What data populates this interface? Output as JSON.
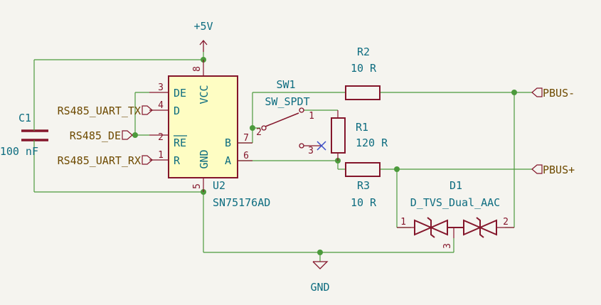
{
  "colors": {
    "background": "#f5f4ef",
    "wire": "#4c9a3c",
    "symbol": "#84162b",
    "symbol_fill": "#fefdc3",
    "reference_text": "#0e6d80",
    "label_text": "#6e4a00",
    "no_connect": "#3a4fc8"
  },
  "power": {
    "vcc": "+5V",
    "gnd": "GND"
  },
  "u2": {
    "ref": "U2",
    "value": "SN75176AD",
    "pins": [
      {
        "num": "3",
        "name": "DE"
      },
      {
        "num": "4",
        "name": "D"
      },
      {
        "num": "2",
        "name": "RE"
      },
      {
        "num": "1",
        "name": "R"
      },
      {
        "num": "7",
        "name": "B"
      },
      {
        "num": "6",
        "name": "A"
      },
      {
        "num": "8",
        "name": "VCC"
      },
      {
        "num": "5",
        "name": "GND"
      }
    ]
  },
  "c1": {
    "ref": "C1",
    "value": "100 nF"
  },
  "sw1": {
    "ref": "SW1",
    "value": "SW_SPDT",
    "pins": [
      "1",
      "2",
      "3"
    ]
  },
  "r1": {
    "ref": "R1",
    "value": "120 R"
  },
  "r2": {
    "ref": "R2",
    "value": "10 R"
  },
  "r3": {
    "ref": "R3",
    "value": "10 R"
  },
  "d1": {
    "ref": "D1",
    "value": "D_TVS_Dual_AAC",
    "pins": [
      "1",
      "2",
      "3"
    ]
  },
  "labels": {
    "uart_tx": "RS485_UART_TX",
    "de": "RS485_DE",
    "uart_rx": "RS485_UART_RX",
    "pbus_minus": "PBUS-",
    "pbus_plus": "PBUS+"
  }
}
